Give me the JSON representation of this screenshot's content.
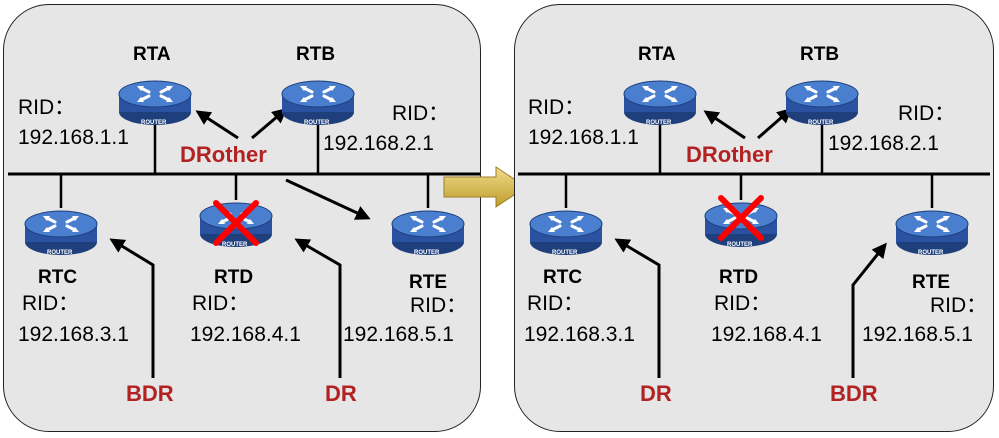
{
  "before": {
    "routers": {
      "rta": {
        "name": "RTA",
        "rid_label": "RID：",
        "rid_value": "192.168.1.1"
      },
      "rtb": {
        "name": "RTB",
        "rid_label": "RID：",
        "rid_value": "192.168.2.1"
      },
      "rtc": {
        "name": "RTC",
        "rid_label": "RID：",
        "rid_value": "192.168.3.1"
      },
      "rtd": {
        "name": "RTD",
        "rid_label": "RID：",
        "rid_value": "192.168.4.1"
      },
      "rte": {
        "name": "RTE",
        "rid_label": "RID：",
        "rid_value": "192.168.5.1"
      }
    },
    "roles": {
      "drother": "DRother",
      "bdr": "BDR",
      "dr": "DR"
    }
  },
  "after": {
    "routers": {
      "rta": {
        "name": "RTA",
        "rid_label": "RID：",
        "rid_value": "192.168.1.1"
      },
      "rtb": {
        "name": "RTB",
        "rid_label": "RID：",
        "rid_value": "192.168.2.1"
      },
      "rtc": {
        "name": "RTC",
        "rid_label": "RID：",
        "rid_value": "192.168.3.1"
      },
      "rtd": {
        "name": "RTD",
        "rid_label": "RID：",
        "rid_value": "192.168.4.1"
      },
      "rte": {
        "name": "RTE",
        "rid_label": "RID：",
        "rid_value": "192.168.5.1"
      }
    },
    "roles": {
      "drother": "DRother",
      "dr": "DR",
      "bdr": "BDR"
    }
  },
  "icon_caption": "ROUTER",
  "colors": {
    "panel": "#e6e6e6",
    "router": "#2f5aa8",
    "role_text": "#b22222",
    "failure_cross": "#ff0000",
    "transition_arrow": "#d4b648"
  }
}
